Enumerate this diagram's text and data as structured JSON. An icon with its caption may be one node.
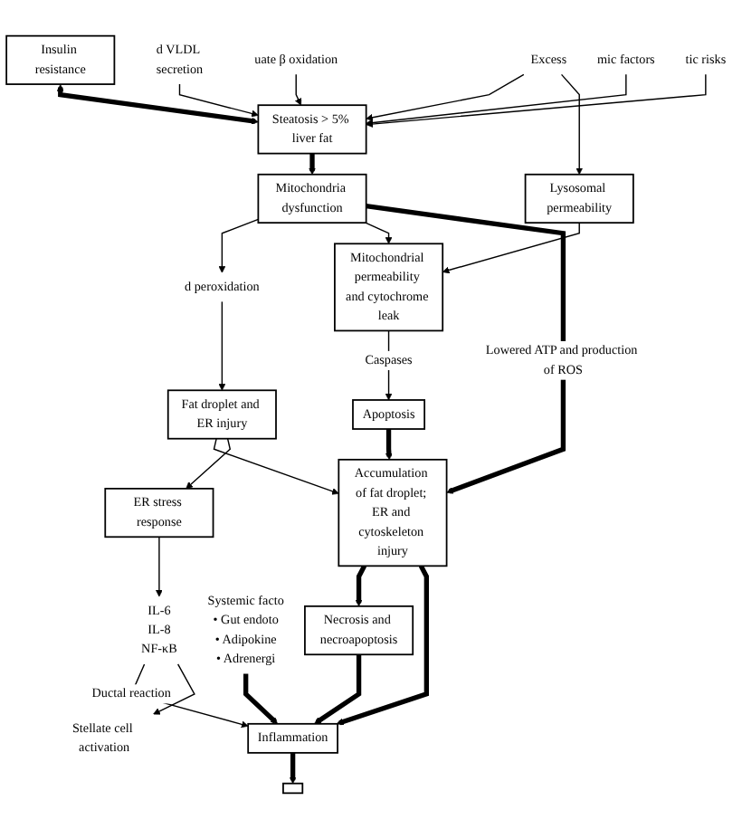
{
  "diagram": {
    "nodes": [
      {
        "text": [
          "Insulin resistance"
        ]
      },
      {
        "text": [
          "Excess"
        ]
      },
      {
        "text": [
          "d VLDL secretion"
        ]
      },
      {
        "text": [
          "uate β oxidation"
        ]
      },
      {
        "text": [
          "Steatosis > 5% liver fat"
        ]
      },
      {
        "text": [
          "mic factors"
        ]
      },
      {
        "text": [
          "tic risks"
        ]
      },
      {
        "text": [
          "Lysosomal permeability"
        ]
      },
      {
        "text": [
          "Mitochondria dysfunction"
        ]
      },
      {
        "text": [
          "d peroxidation"
        ]
      },
      {
        "text": [
          "Mitochondrial permeability and cytochrome leak"
        ]
      },
      {
        "text": [
          "Accumulation of fat droplet; ER and cytoskeleton injury"
        ]
      },
      {
        "text": [
          "Fat droplet and ER injury"
        ]
      },
      {
        "text": [
          "Apoptosis"
        ]
      },
      {
        "text": [
          "Necrosis and necroapoptosis"
        ]
      },
      {
        "text": [
          "ER stress response"
        ]
      },
      {
        "text": [
          "Systemic facto",
          "• Gut endoto",
          "• Adipokine",
          "• Adrenergi"
        ]
      },
      {
        "text": [
          "Inflammation"
        ]
      },
      {
        "text": [
          "IL-6",
          "IL-8",
          "NF-κB"
        ]
      },
      {
        "text": [
          "Stellate cell activation"
        ]
      },
      {
        "text": [],
        "shape": "box"
      }
    ],
    "edges": [
      {
        "from": 0,
        "to": 4,
        "arrow": "both",
        "style": "thick"
      },
      {
        "from": 1,
        "to": 4,
        "arrow": "to"
      },
      {
        "from": 1,
        "to": 7,
        "arrow": "to"
      },
      {
        "from": 2,
        "to": 4,
        "arrow": "to"
      },
      {
        "from": 3,
        "to": 4,
        "arrow": "to"
      },
      {
        "from": 5,
        "to": 4,
        "arrow": "to"
      },
      {
        "from": 6,
        "to": 4,
        "arrow": "to"
      },
      {
        "from": 4,
        "to": 8,
        "arrow": "to",
        "style": "thick"
      },
      {
        "from": 7,
        "to": 10,
        "arrow": "to"
      },
      {
        "from": 8,
        "to": 9,
        "arrow": "to"
      },
      {
        "from": 8,
        "to": 10,
        "arrow": "to"
      },
      {
        "from": 8,
        "to": 11,
        "arrow": "to",
        "label": "Lowered ATP and production of ROS",
        "style": "thick"
      },
      {
        "from": 9,
        "to": 12,
        "arrow": "to"
      },
      {
        "from": 12,
        "to": 11,
        "arrow": "to"
      },
      {
        "from": 10,
        "to": 13,
        "arrow": "to",
        "label": "Caspases"
      },
      {
        "from": 13,
        "to": 11,
        "arrow": "to",
        "style": "thick"
      },
      {
        "from": 12,
        "to": 15,
        "arrow": "to"
      },
      {
        "from": 11,
        "to": 14,
        "arrow": "to",
        "style": "thick"
      },
      {
        "from": 11,
        "to": 17,
        "arrow": "to",
        "style": "thick"
      },
      {
        "from": 14,
        "to": 17,
        "arrow": "to",
        "style": "thick"
      },
      {
        "from": 16,
        "to": 17,
        "arrow": "to",
        "style": "thick"
      },
      {
        "from": 15,
        "to": 18,
        "arrow": "to"
      },
      {
        "from": 18,
        "to": 17,
        "arrow": "to",
        "label": "Ductal reaction"
      },
      {
        "from": 18,
        "to": 19,
        "arrow": "to"
      },
      {
        "from": 17,
        "to": 20,
        "arrow": "to",
        "style": "thick"
      }
    ]
  }
}
